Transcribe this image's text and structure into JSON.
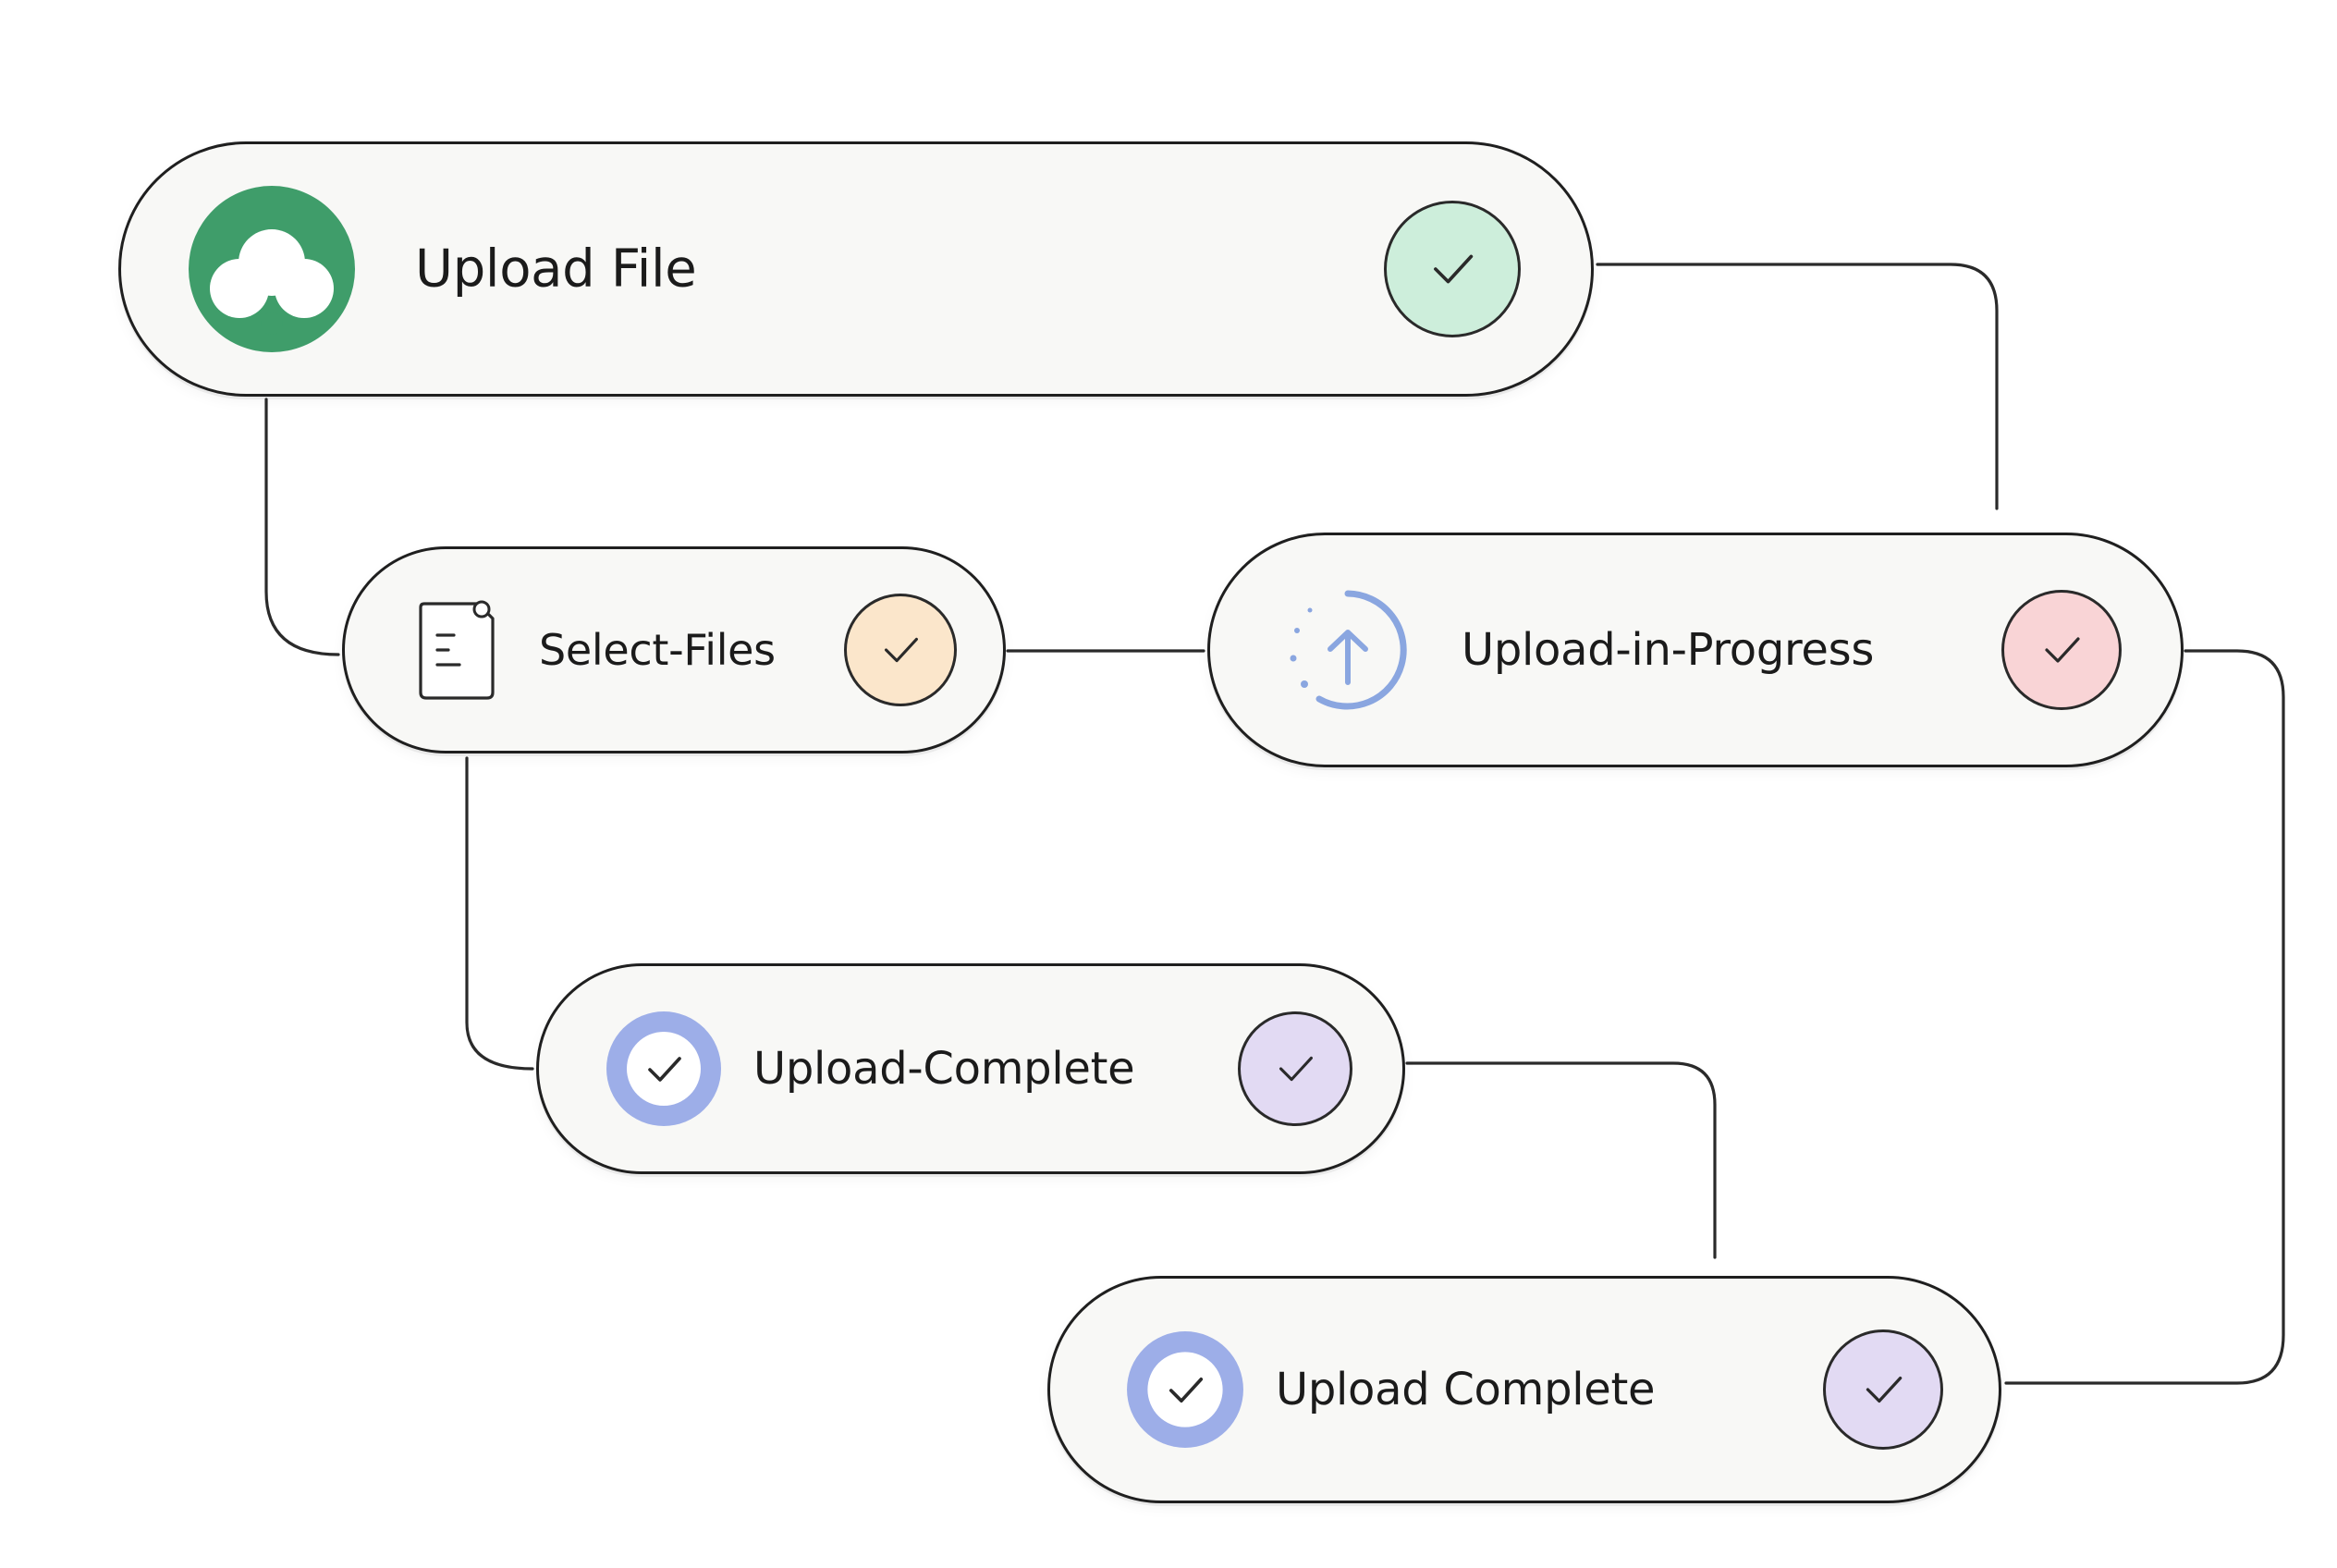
{
  "nodes": [
    {
      "id": "upload-file",
      "label": "Upload File",
      "lead_icon": "cloud-logo-icon",
      "status_icon": "checkmark-icon",
      "status_color": "#cdeedb",
      "icon_color": "#3f9d6a"
    },
    {
      "id": "select-files",
      "label": "Select-Files",
      "lead_icon": "document-icon",
      "status_icon": "checkmark-icon",
      "status_color": "#fbe6cb"
    },
    {
      "id": "upload-in-progress",
      "label": "Upload-in-Progress",
      "lead_icon": "upload-progress-icon",
      "status_icon": "checkmark-icon",
      "status_color": "#f9d4d6",
      "icon_color": "#8aa6e0"
    },
    {
      "id": "upload-complete-hyphen",
      "label": "Upload-Complete",
      "lead_icon": "check-circle-icon",
      "status_icon": "checkmark-icon",
      "status_color": "#e2daf3",
      "icon_color": "#9daee8"
    },
    {
      "id": "upload-complete",
      "label": "Upload Complete",
      "lead_icon": "check-circle-icon",
      "status_icon": "checkmark-icon",
      "status_color": "#e2daf3",
      "icon_color": "#9daee8"
    }
  ],
  "edges": [
    {
      "from": "upload-file",
      "to": "select-files"
    },
    {
      "from": "upload-file",
      "to": "upload-in-progress"
    },
    {
      "from": "select-files",
      "to": "upload-in-progress"
    },
    {
      "from": "select-files",
      "to": "upload-complete-hyphen"
    },
    {
      "from": "upload-complete-hyphen",
      "to": "upload-complete"
    },
    {
      "from": "upload-in-progress",
      "to": "upload-complete"
    }
  ]
}
